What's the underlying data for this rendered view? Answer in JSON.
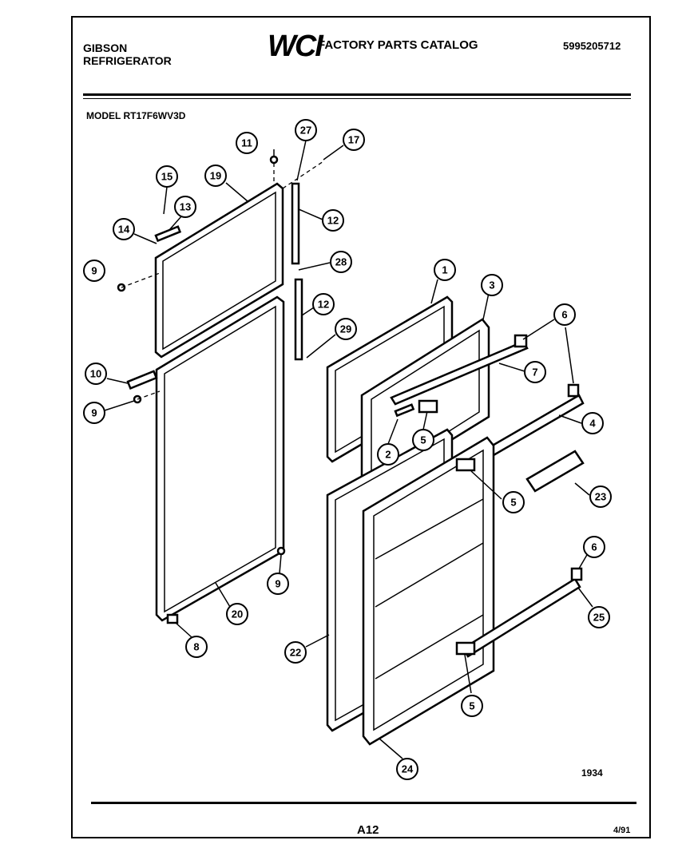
{
  "header": {
    "brand_line1": "GIBSON",
    "brand_line2": "REFRIGERATOR",
    "logo_text": "WCI",
    "catalog_title": "FACTORY PARTS CATALOG",
    "part_number": "5995205712"
  },
  "model_label": "MODEL RT17F6WV3D",
  "callouts": [
    "11",
    "27",
    "17",
    "15",
    "19",
    "13",
    "14",
    "12",
    "9",
    "28",
    "12",
    "29",
    "1",
    "3",
    "6",
    "10",
    "7",
    "9",
    "4",
    "2",
    "5",
    "23",
    "5",
    "6",
    "9",
    "20",
    "25",
    "8",
    "22",
    "5",
    "24"
  ],
  "diagram_code": "1934",
  "footer": {
    "page": "A12",
    "date": "4/91"
  },
  "colors": {
    "ink": "#000000",
    "paper": "#ffffff"
  }
}
